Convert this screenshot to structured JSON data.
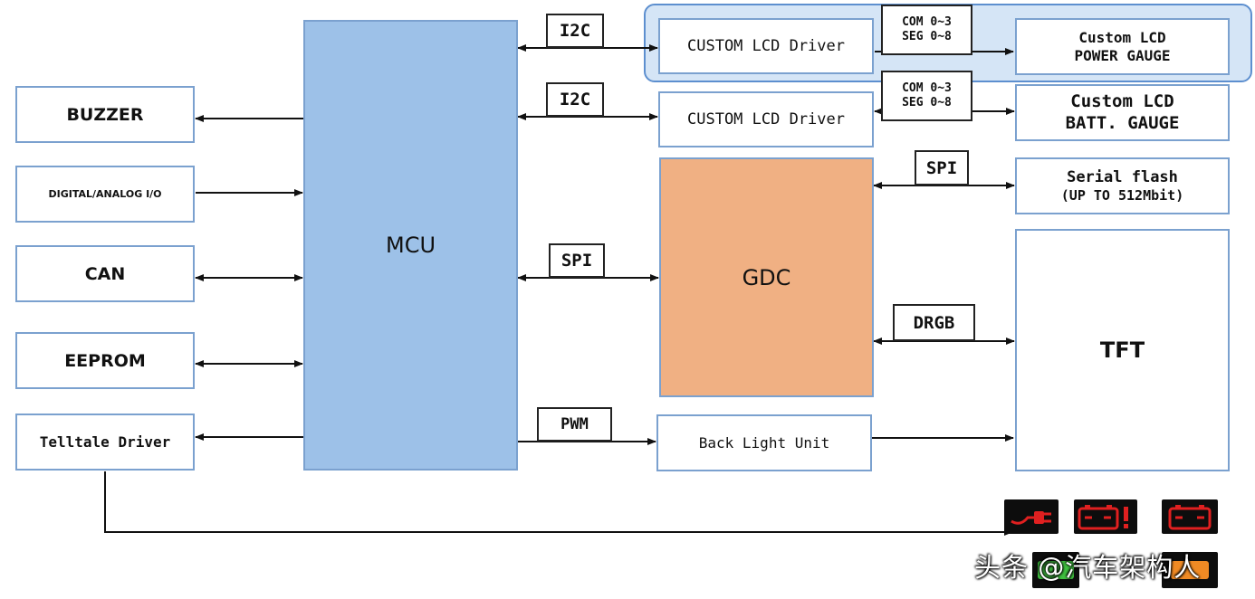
{
  "blocks": {
    "buzzer": "BUZZER",
    "digital_analog_io": "DIGITAL/ANALOG I/O",
    "can": "CAN",
    "eeprom": "EEPROM",
    "telltale_driver": "Telltale Driver",
    "mcu": "MCU",
    "lcd_driver_1": "CUSTOM LCD Driver",
    "lcd_driver_2": "CUSTOM LCD Driver",
    "gdc": "GDC",
    "back_light_unit": "Back Light Unit",
    "power_gauge_line1": "Custom LCD",
    "power_gauge_line2": "POWER GAUGE",
    "batt_gauge_line1": "Custom LCD",
    "batt_gauge_line2": "BATT. GAUGE",
    "serial_flash_line1": "Serial flash",
    "serial_flash_line2": "(UP TO 512Mbit)",
    "tft": "TFT"
  },
  "signals": {
    "i2c_top": "I2C",
    "i2c_mid": "I2C",
    "spi_mcu_gdc": "SPI",
    "pwm": "PWM",
    "spi_gdc_flash": "SPI",
    "drgb": "DRGB",
    "com_1": "COM 0~3",
    "seg_1": "SEG 0~8",
    "com_2": "COM 0~3",
    "seg_2": "SEG 0~8"
  },
  "telltale_icons": [
    "plug-warning-icon",
    "battery-warning-icon",
    "battery-icon"
  ],
  "colors": {
    "mcu_fill": "#9dc1e8",
    "gdc_fill": "#f0b083",
    "highlight_fill": "#d5e5f6",
    "box_border": "#7ba1cf",
    "icon_red": "#e02020",
    "icon_green": "#3fbf3f"
  },
  "watermark": "头条 @汽车架构人"
}
